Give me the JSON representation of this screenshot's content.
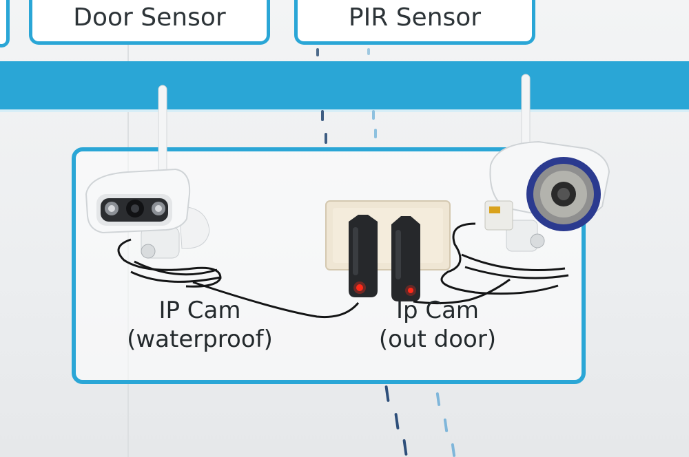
{
  "signs": {
    "door_sensor": "Door Sensor",
    "pir_sensor": "PIR Sensor"
  },
  "captions": {
    "left_line1": "IP Cam",
    "left_line2": "(waterproof)",
    "right_line1": "Ip Cam",
    "right_line2": "(out door)"
  },
  "colors": {
    "accent_blue": "#2aa6d6",
    "wall": "#eef0f1",
    "adapter": "#26282b",
    "led": "#ff2a1a",
    "camera_body": "#f6f7f8",
    "lens_ring": "#2b3a8f"
  }
}
